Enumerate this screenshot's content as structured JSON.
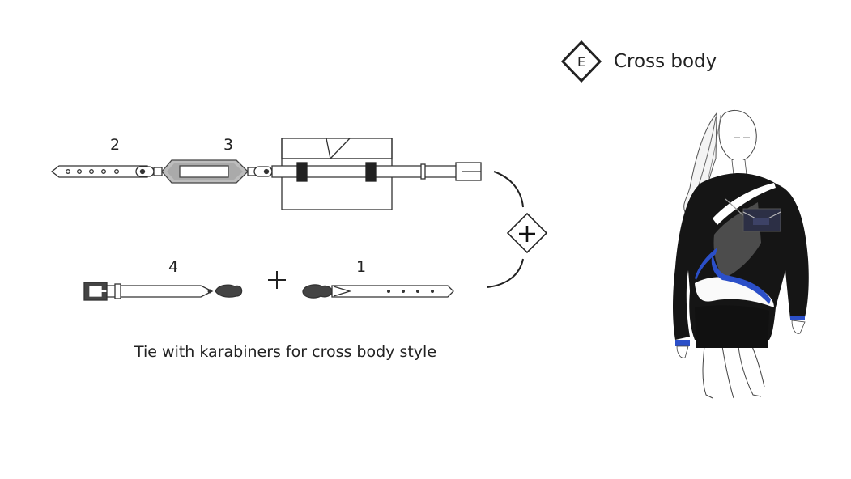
{
  "header": {
    "badge_letter": "E",
    "title": "Cross body"
  },
  "strap_labels": {
    "top_left": "2",
    "top_middle": "3",
    "bottom_left": "4",
    "bottom_right": "1"
  },
  "caption": "Tie with karabiners for cross body style",
  "colors": {
    "ink": "#222222",
    "sweater": "#141414",
    "accent_blue": "#2b4fc8",
    "skirt": "#111111"
  },
  "icons": [
    "diamond-badge-icon",
    "plus-icon",
    "diamond-plus-icon",
    "karabiner-icon",
    "buckle-icon"
  ]
}
